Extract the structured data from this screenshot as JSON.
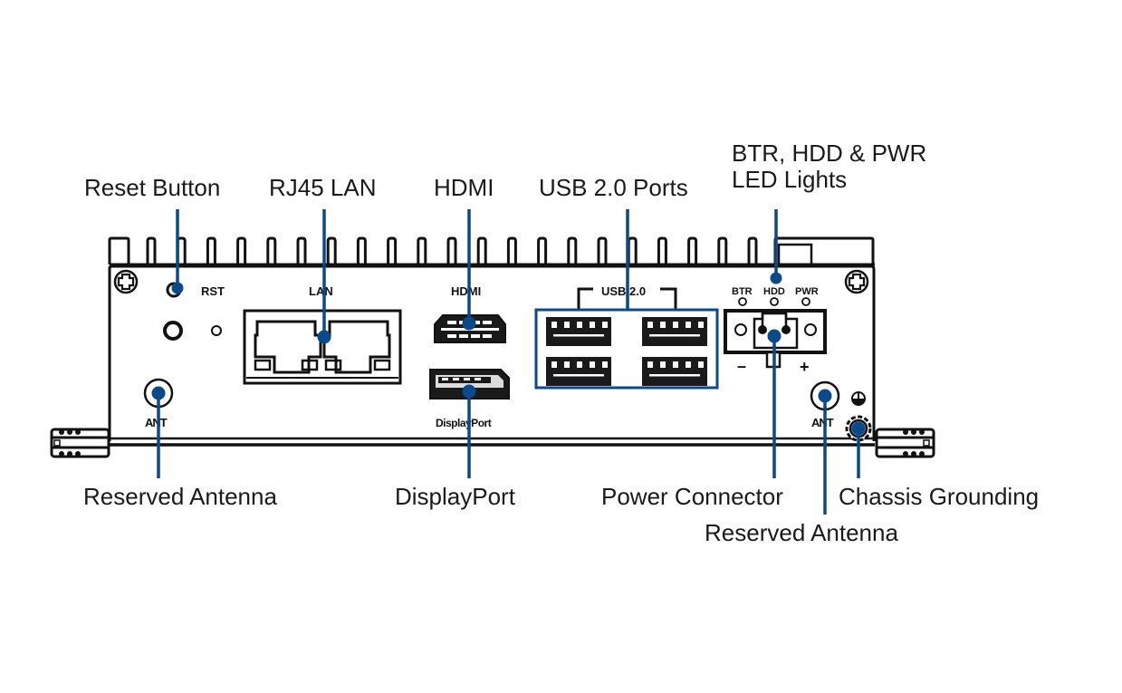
{
  "colors": {
    "callout": "#0a4a8a",
    "outline": "#111111",
    "background": "#ffffff"
  },
  "callouts": {
    "reset_button": "Reset Button",
    "rj45_lan": "RJ45 LAN",
    "hdmi": "HDMI",
    "usb_ports": "USB 2.0 Ports",
    "led_lights_line1": "BTR, HDD & PWR",
    "led_lights_line2": "LED Lights",
    "reserved_antenna_left": "Reserved Antenna",
    "displayport": "DisplayPort",
    "power_connector": "Power Connector",
    "chassis_grounding": "Chassis Grounding",
    "reserved_antenna_right": "Reserved Antenna"
  },
  "panel_labels": {
    "rst": "RST",
    "lan": "LAN",
    "hdmi": "HDMI",
    "usb": "USB 2.0",
    "btr": "BTR",
    "hdd": "HDD",
    "pwr": "PWR",
    "displayport": "DisplayPort",
    "ant_left": "ANT",
    "ant_right": "ANT",
    "minus": "–",
    "plus": "+"
  }
}
